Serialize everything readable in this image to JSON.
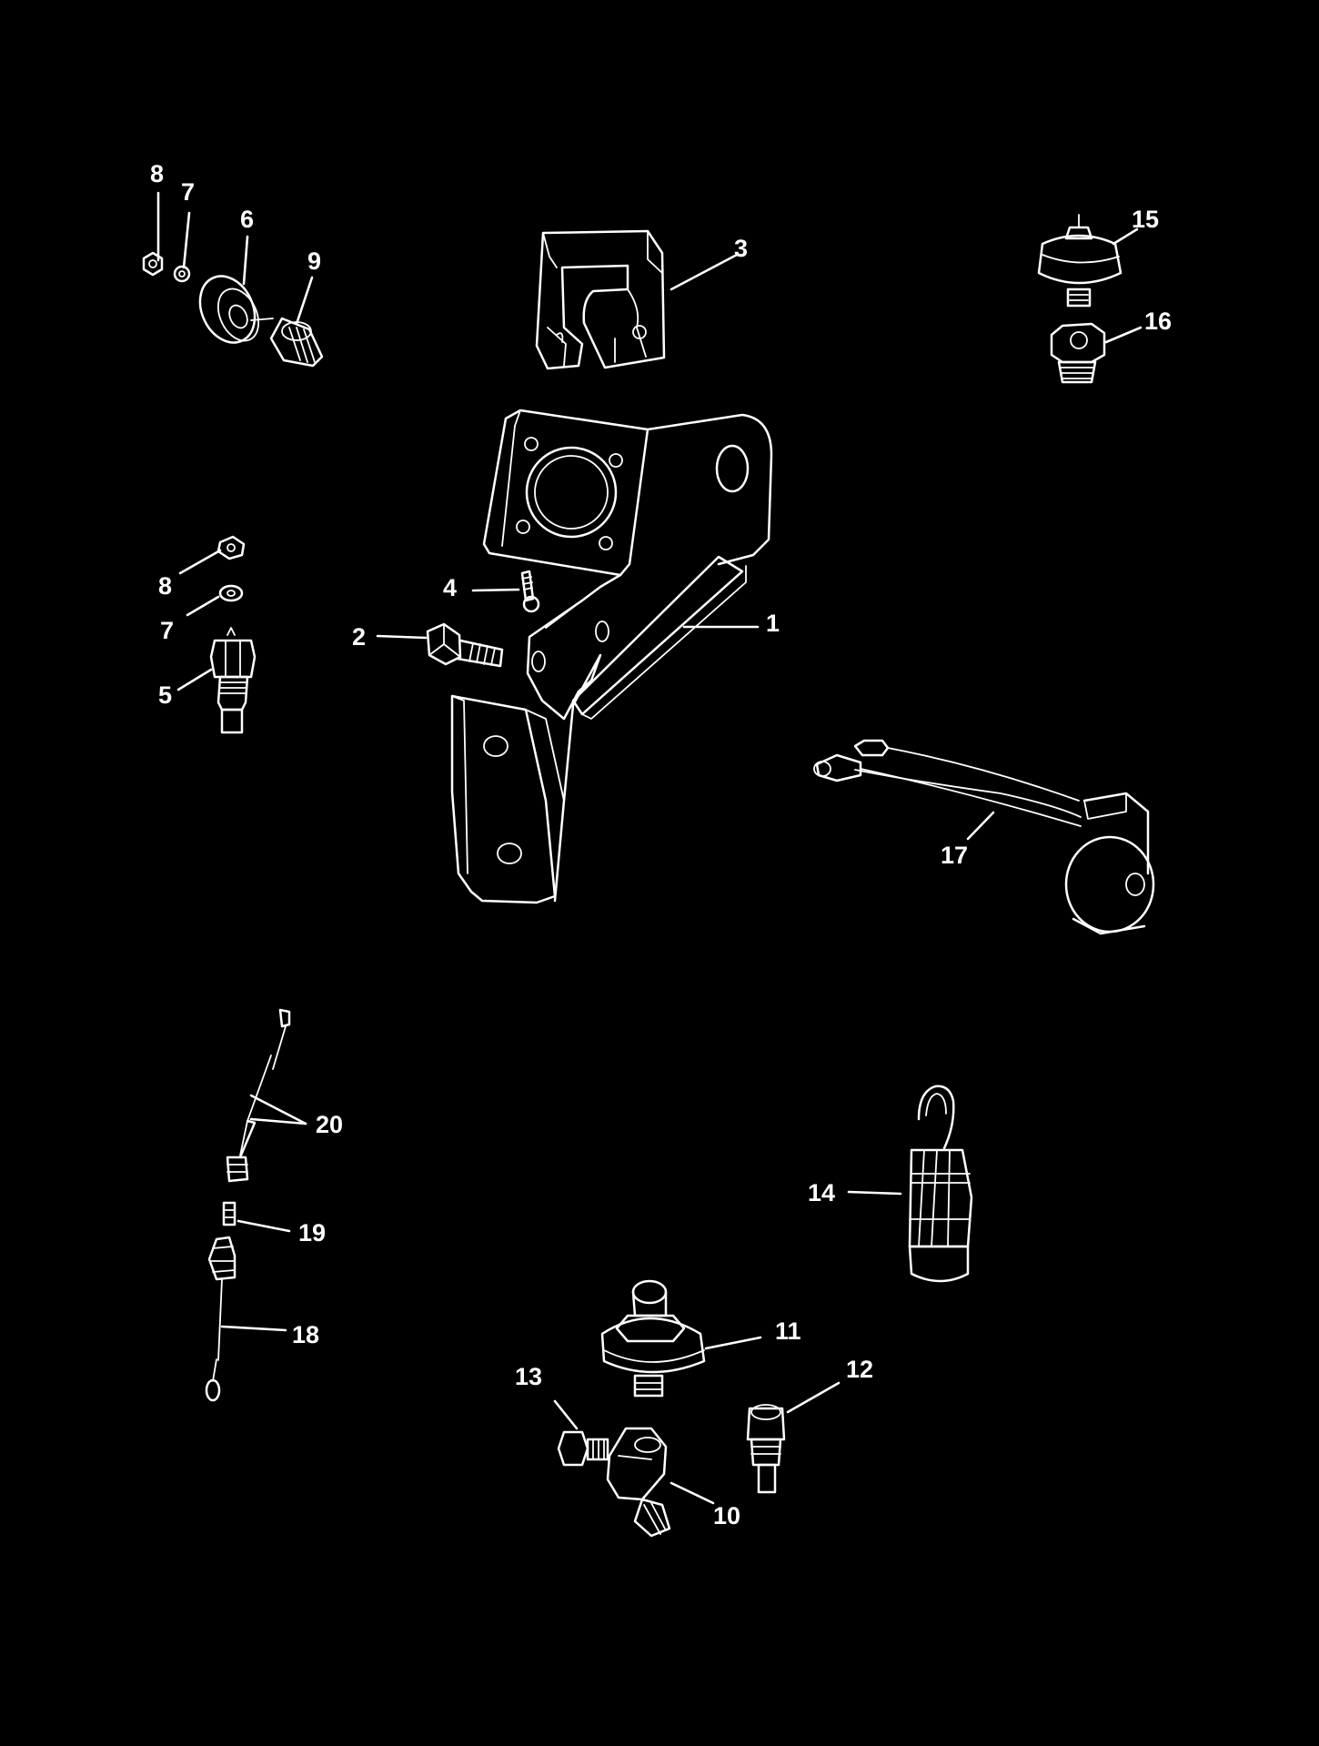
{
  "diagram": {
    "background": "#000000",
    "line_color": "#ffffff",
    "callouts": {
      "c1": "1",
      "c2": "2",
      "c3": "3",
      "c4": "4",
      "c5": "5",
      "c6": "6",
      "c7a": "7",
      "c7b": "7",
      "c8a": "8",
      "c8b": "8",
      "c9": "9",
      "c10": "10",
      "c11": "11",
      "c12": "12",
      "c13": "13",
      "c14": "14",
      "c15": "15",
      "c16": "16",
      "c17": "17",
      "c18": "18",
      "c19": "19",
      "c20": "20"
    }
  }
}
